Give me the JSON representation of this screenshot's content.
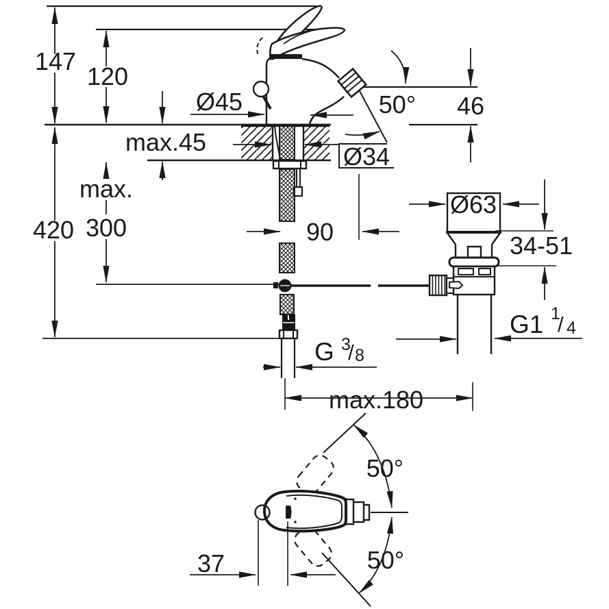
{
  "drawing": {
    "title": "bidet-single-lever-mixer-dimensional-drawing",
    "line_color": "#1a1a1a",
    "background_color": "#ffffff"
  },
  "labels": {
    "total_height": "147",
    "spout_height": "120",
    "base_diameter": "Ø45",
    "deck_thickness": "max.45",
    "hose_max_word": "max.",
    "hose_max_value": "300",
    "under_counter_height": "420",
    "spray_angle": "50°",
    "spray_offset": "46",
    "hole_diameter": "Ø34",
    "hose_offset": "90",
    "waste_flange_diameter": "Ø63",
    "waste_clamp_range": "34-51",
    "waste_thread": {
      "prefix": "G1",
      "numerator": "1",
      "slash": "/",
      "denominator": "4"
    },
    "supply_thread": {
      "prefix": "G",
      "numerator": "3",
      "slash": "/",
      "denominator": "8"
    },
    "rod_reach": "max.180",
    "handle_swing_upper": "50°",
    "handle_swing_lower": "50°",
    "handle_offset": "37"
  }
}
